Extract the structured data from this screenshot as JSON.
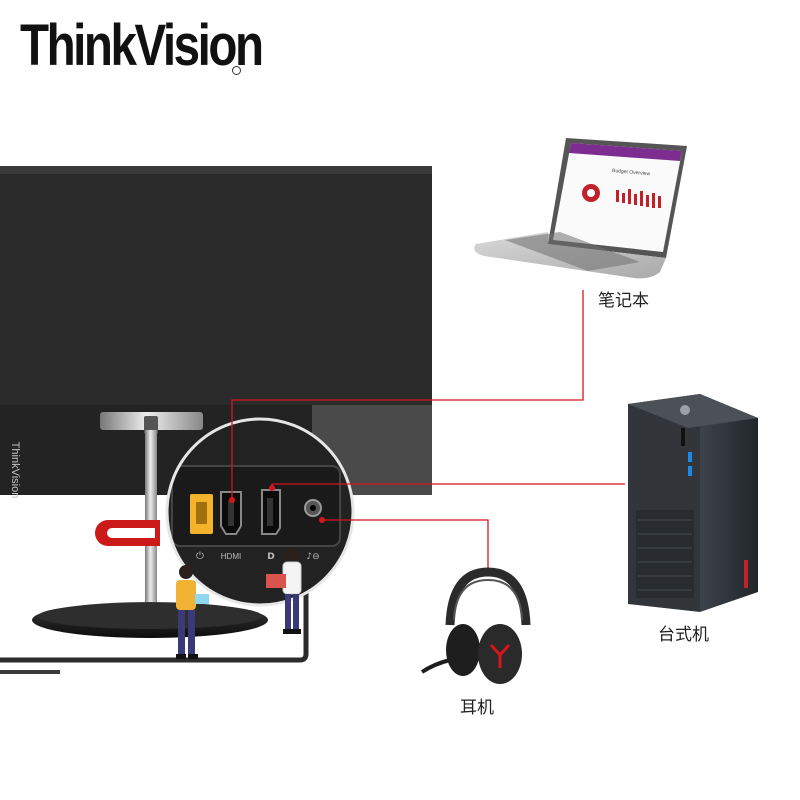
{
  "brand": {
    "logo_text": "ThinkVision",
    "monitor_side_text": "ThinkVision",
    "colors": {
      "accent_red": "#d4161c",
      "monitor_black": "#2a2a2a",
      "stand_silver": "#c9c9c9"
    }
  },
  "ports": {
    "items": [
      {
        "name": "power-port",
        "label_icon": "power-icon"
      },
      {
        "name": "hdmi-port",
        "label": "HDMI"
      },
      {
        "name": "displayport-port",
        "label_icon": "displayport-icon"
      },
      {
        "name": "audio-out-port",
        "label_icon": "headphone-out-icon"
      }
    ]
  },
  "devices": {
    "laptop": {
      "label": "笔记本",
      "screen_title": "Budget Overview"
    },
    "desktop": {
      "label": "台式机"
    },
    "headset": {
      "label": "耳机"
    }
  }
}
